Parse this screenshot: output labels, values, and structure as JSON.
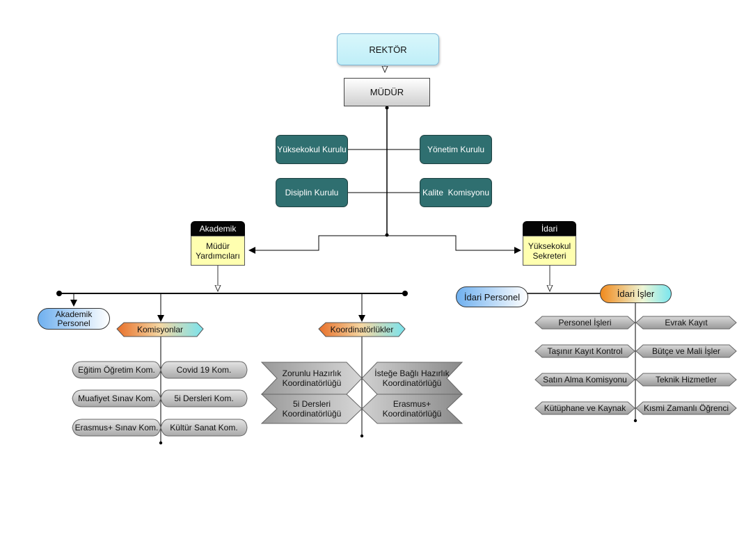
{
  "top": {
    "rektor": "REKTÖR",
    "mudur": "MÜDÜR"
  },
  "boards": {
    "yuksekokul_kurulu": "Yüksekokul Kurulu",
    "yonetim_kurulu": "Yönetim Kurulu",
    "disiplin_kurulu": "Disiplin Kurulu",
    "kalite_komisyonu": "Kalite  Komisyonu"
  },
  "akademik": {
    "header": "Akademik",
    "line1": "Müdür",
    "line2": "Yardımcıları",
    "personel_line1": "Akademik",
    "personel_line2": "Personel",
    "komisyonlar": "Komisyonlar",
    "koordinatorlukler": "Koordinatörlükler",
    "komisyon_items": [
      "Eğitim Öğretim Kom.",
      "Covid 19 Kom.",
      "Muafiyet Sınav Kom.",
      "5i Dersleri Kom.",
      "Erasmus+ Sınav Kom.",
      "Kültür Sanat Kom."
    ],
    "koord_items": [
      {
        "l1": "Zorunlu Hazırlık",
        "l2": "Koordinatörlüğü"
      },
      {
        "l1": "İsteğe Bağlı Hazırlık",
        "l2": "Koordinatörlüğü"
      },
      {
        "l1": "5i Dersleri",
        "l2": "Koordinatörlüğü"
      },
      {
        "l1": "Erasmus+",
        "l2": "Koordinatörlüğü"
      }
    ]
  },
  "idari": {
    "header": "İdari",
    "line1": "Yüksekokul",
    "line2": "Sekreteri",
    "personel": "İdari Personel",
    "isler": "İdari İşler",
    "items": [
      "Personel İşleri",
      "Evrak Kayıt",
      "Taşınır Kayıt Kontrol",
      "Bütçe ve Mali İşler",
      "Satın Alma Komisyonu",
      "Teknik Hizmetler",
      "Kütüphane ve Kaynak",
      "Kısmi Zamanlı Öğrenci"
    ]
  },
  "colors": {
    "teal": "#2f6f70",
    "yellow": "#ffffb0",
    "orange": "#f08a1d",
    "cyan": "#7be6ee",
    "grey": "#bdbdbd"
  }
}
